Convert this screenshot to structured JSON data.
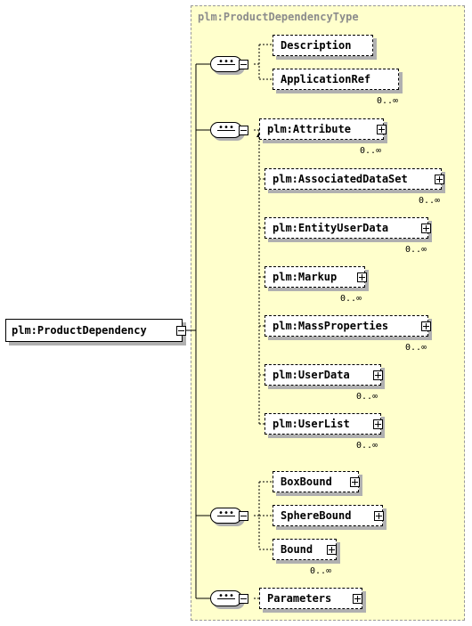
{
  "type_name": "plm:ProductDependencyType",
  "root": {
    "name": "plm:ProductDependency"
  },
  "groups": [
    {
      "kind": "sequence",
      "children": [
        {
          "name": "Description",
          "occurs": ""
        },
        {
          "name": "ApplicationRef",
          "occurs": "0..∞"
        }
      ]
    },
    {
      "kind": "choice",
      "children": [
        {
          "name": "plm:Attribute",
          "occurs": "0..∞"
        },
        {
          "name": "plm:AssociatedDataSet",
          "occurs": "0..∞"
        },
        {
          "name": "plm:EntityUserData",
          "occurs": "0..∞"
        },
        {
          "name": "plm:Markup",
          "occurs": "0..∞"
        },
        {
          "name": "plm:MassProperties",
          "occurs": "0..∞"
        },
        {
          "name": "plm:UserData",
          "occurs": "0..∞"
        },
        {
          "name": "plm:UserList",
          "occurs": "0..∞"
        }
      ]
    },
    {
      "kind": "sequence",
      "children": [
        {
          "name": "BoxBound",
          "occurs": ""
        },
        {
          "name": "SphereBound",
          "occurs": ""
        },
        {
          "name": "Bound",
          "occurs": "0..∞"
        }
      ]
    },
    {
      "kind": "sequence",
      "children": [
        {
          "name": "Parameters",
          "occurs": ""
        }
      ]
    }
  ]
}
